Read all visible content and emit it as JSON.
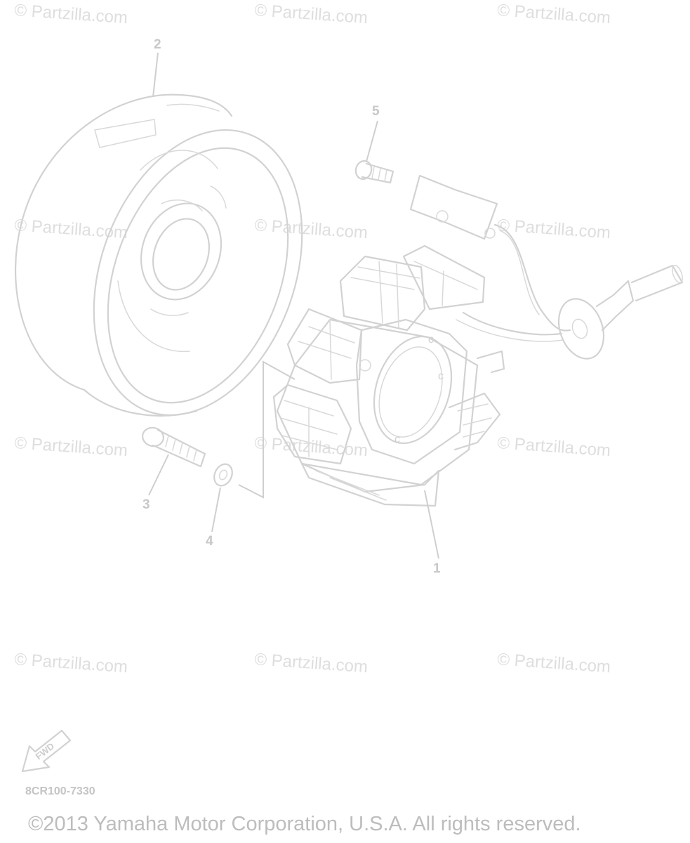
{
  "watermark": "© Partzilla.com",
  "callouts": {
    "one": "1",
    "two": "2",
    "three": "3",
    "four": "4",
    "five": "5"
  },
  "fwd_label": "FWD",
  "diagram_code": "8CR100-7330",
  "copyright": "©2013  Yamaha Motor Corporation, U.S.A. All rights reserved."
}
